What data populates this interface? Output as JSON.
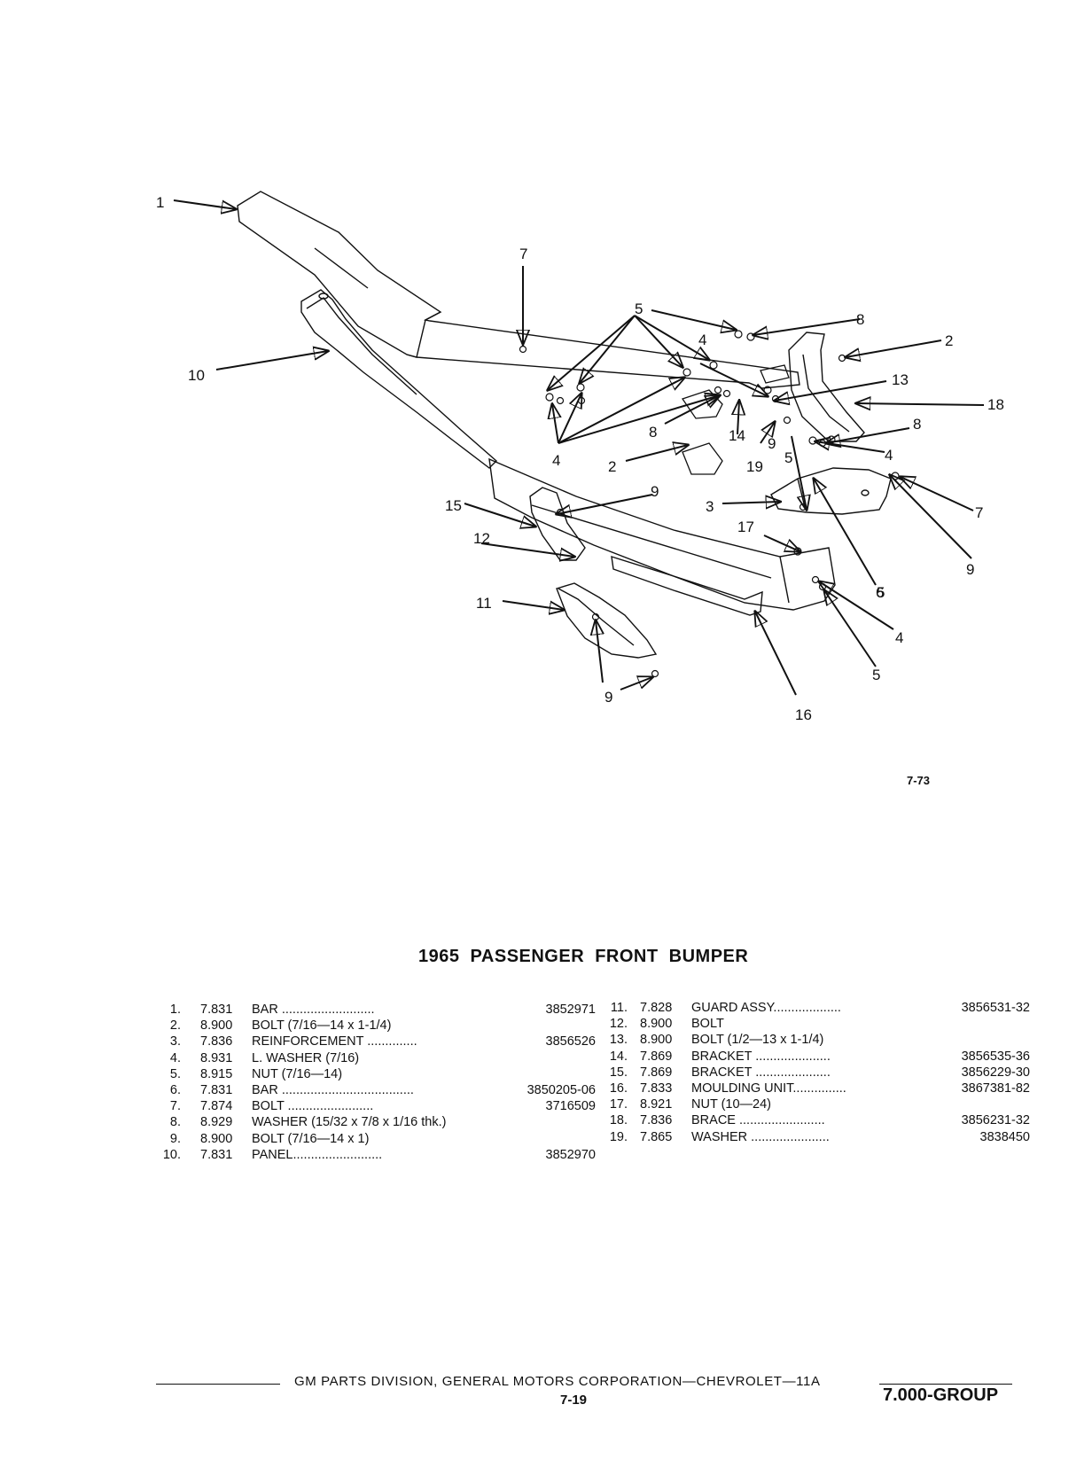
{
  "figure": {
    "callouts": [
      "1",
      "2",
      "2",
      "3",
      "4",
      "4",
      "4",
      "4",
      "5",
      "5",
      "5",
      "5",
      "6",
      "7",
      "7",
      "8",
      "8",
      "8",
      "9",
      "9",
      "9",
      "9",
      "10",
      "11",
      "12",
      "13",
      "14",
      "15",
      "16",
      "17",
      "18",
      "19"
    ],
    "figure_number": "7-73"
  },
  "title": "1965 PASSENGER FRONT BUMPER",
  "parts_left": [
    {
      "idx": "1.",
      "group": "7.831",
      "name": "BAR ..........................",
      "number": "3852971"
    },
    {
      "idx": "2.",
      "group": "8.900",
      "name": "BOLT (7/16—14 x 1-1/4)",
      "number": ""
    },
    {
      "idx": "3.",
      "group": "7.836",
      "name": "REINFORCEMENT ..............",
      "number": "3856526"
    },
    {
      "idx": "4.",
      "group": "8.931",
      "name": "L. WASHER (7/16)",
      "number": ""
    },
    {
      "idx": "5.",
      "group": "8.915",
      "name": "NUT (7/16—14)",
      "number": ""
    },
    {
      "idx": "6.",
      "group": "7.831",
      "name": "BAR .....................................",
      "number": "3850205-06"
    },
    {
      "idx": "7.",
      "group": "7.874",
      "name": "BOLT ........................",
      "number": "3716509"
    },
    {
      "idx": "8.",
      "group": "8.929",
      "name": "WASHER (15/32 x 7/8 x 1/16 thk.)",
      "number": ""
    },
    {
      "idx": "9.",
      "group": "8.900",
      "name": "BOLT (7/16—14 x 1)",
      "number": ""
    },
    {
      "idx": "10.",
      "group": "7.831",
      "name": "PANEL.........................",
      "number": "3852970"
    }
  ],
  "parts_right": [
    {
      "idx": "11.",
      "group": "7.828",
      "name": "GUARD ASSY...................",
      "number": "3856531-32"
    },
    {
      "idx": "12.",
      "group": "8.900",
      "name": "BOLT",
      "number": ""
    },
    {
      "idx": "13.",
      "group": "8.900",
      "name": "BOLT (1/2—13 x 1-1/4)",
      "number": ""
    },
    {
      "idx": "14.",
      "group": "7.869",
      "name": "BRACKET .....................",
      "number": "3856535-36"
    },
    {
      "idx": "15.",
      "group": "7.869",
      "name": "BRACKET .....................",
      "number": "3856229-30"
    },
    {
      "idx": "16.",
      "group": "7.833",
      "name": "MOULDING UNIT...............",
      "number": "3867381-82"
    },
    {
      "idx": "17.",
      "group": "8.921",
      "name": "NUT (10—24)",
      "number": ""
    },
    {
      "idx": "18.",
      "group": "7.836",
      "name": "BRACE ........................",
      "number": "3856231-32"
    },
    {
      "idx": "19.",
      "group": "7.865",
      "name": "WASHER ......................",
      "number": "3838450"
    }
  ],
  "footer": {
    "division": "GM PARTS DIVISION, GENERAL MOTORS CORPORATION—CHEVROLET—11A",
    "page": "7-19",
    "group": "7.000-GROUP"
  }
}
